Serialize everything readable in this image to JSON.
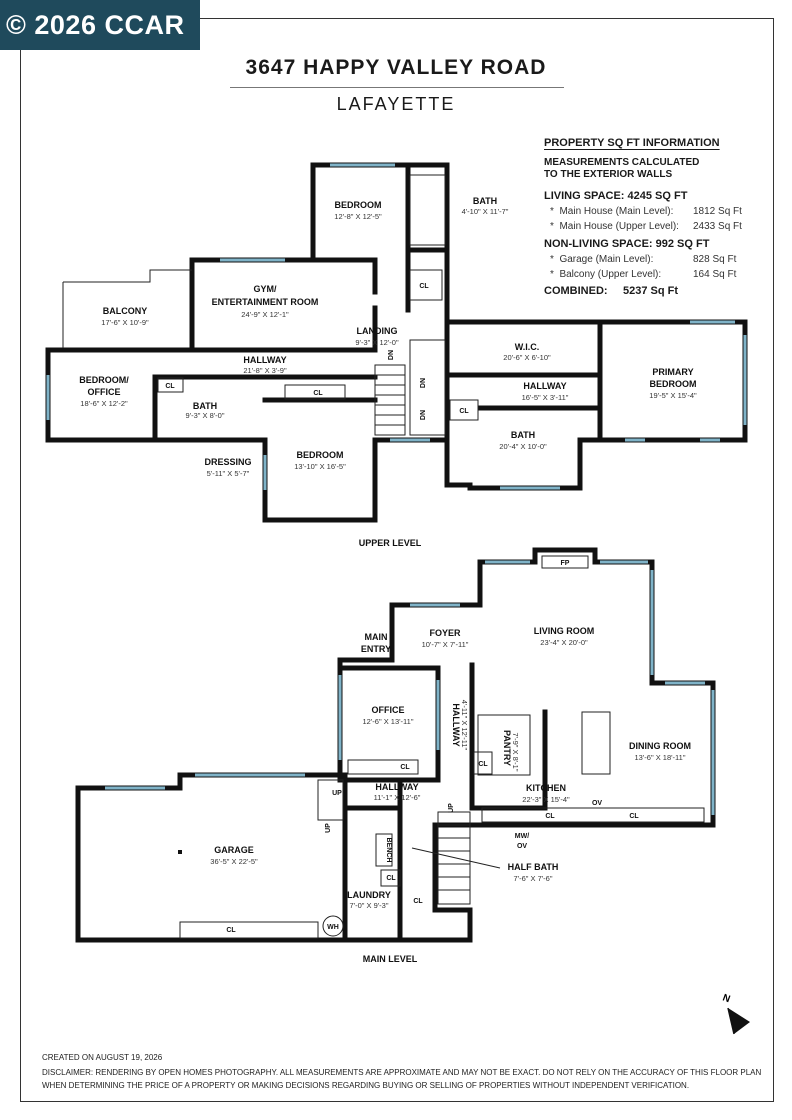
{
  "badge": "© 2026 CCAR",
  "title": "3647 HAPPY VALLEY ROAD",
  "subtitle": "LAFAYETTE",
  "sqft_info": {
    "heading": "PROPERTY SQ FT INFORMATION",
    "note_line1": "MEASUREMENTS CALCULATED",
    "note_line2": "TO THE EXTERIOR WALLS",
    "living_title": "LIVING SPACE: 4245 SQ FT",
    "living_items": [
      {
        "label": "Main House (Main Level):",
        "value": "1812 Sq Ft"
      },
      {
        "label": "Main House (Upper Level):",
        "value": "2433 Sq Ft"
      }
    ],
    "nonliving_title": "NON-LIVING SPACE: 992 SQ FT",
    "nonliving_items": [
      {
        "label": "Garage (Main Level):",
        "value": "828 Sq Ft"
      },
      {
        "label": "Balcony (Upper Level):",
        "value": "164 Sq Ft"
      }
    ],
    "combined_label": "COMBINED:",
    "combined_value": "5237 Sq Ft"
  },
  "upper_level": {
    "label": "UPPER LEVEL",
    "rooms": {
      "bedroom1": {
        "name": "BEDROOM",
        "dims": "12'-8\" X 12'-5\""
      },
      "bath1": {
        "name": "BATH",
        "dims": "4'-10\" X 11'-7\""
      },
      "gym_l1": "GYM/",
      "gym_l2": "ENTERTAINMENT ROOM",
      "gym_dims": "24'-9\" X 12'-1\"",
      "balcony": {
        "name": "BALCONY",
        "dims": "17'-6\" X 10'-9\""
      },
      "landing": {
        "name": "LANDING",
        "dims": "9'-3\" X 12'-0\""
      },
      "hallway1": {
        "name": "HALLWAY",
        "dims": "21'-8\" X 3'-9\""
      },
      "office_l1": "BEDROOM/",
      "office_l2": "OFFICE",
      "office_dims": "18'-6\" X 12'-2\"",
      "bath2": {
        "name": "BATH",
        "dims": "9'-3\" X 8'-0\""
      },
      "dressing": {
        "name": "DRESSING",
        "dims": "5'-11\" X 5'-7\""
      },
      "bedroom2": {
        "name": "BEDROOM",
        "dims": "13'-10\" X 16'-5\""
      },
      "wic": {
        "name": "W.I.C.",
        "dims": "20'-6\" X 6'-10\""
      },
      "hallway2": {
        "name": "HALLWAY",
        "dims": "16'-5\" X 3'-11\""
      },
      "primary_l1": "PRIMARY",
      "primary_l2": "BEDROOM",
      "primary_dims": "19'-5\" X 15'-4\"",
      "bath3": {
        "name": "BATH",
        "dims": "20'-4\" X 10'-0\""
      }
    },
    "marks": {
      "cl": "CL",
      "dn": "DN"
    }
  },
  "main_level": {
    "label": "MAIN LEVEL",
    "rooms": {
      "main_entry_l1": "MAIN",
      "main_entry_l2": "ENTRY",
      "foyer": {
        "name": "FOYER",
        "dims": "10'-7\" X 7'-11\""
      },
      "living": {
        "name": "LIVING ROOM",
        "dims": "23'-4\" X 20'-0\""
      },
      "fp": "FP",
      "office": {
        "name": "OFFICE",
        "dims": "12'-6\" X 13'-11\""
      },
      "hallway_v": {
        "name": "HALLWAY",
        "dims": "4'-11\" X 12'-11\""
      },
      "pantry": {
        "name": "PANTRY",
        "dims": "7'-9\" X 8'-1\""
      },
      "dining": {
        "name": "DINING ROOM",
        "dims": "13'-6\" X 18'-11\""
      },
      "hallway3": {
        "name": "HALLWAY",
        "dims": "11'-1\" X 12'-6\""
      },
      "kitchen": {
        "name": "KITCHEN",
        "dims": "22'-3\" X 15'-4\""
      },
      "garage": {
        "name": "GARAGE",
        "dims": "36'-5\" X 22'-5\""
      },
      "bench": "BENCH",
      "half_bath": {
        "name": "HALF BATH",
        "dims": "7'-6\" X 7'-6\""
      },
      "laundry": {
        "name": "LAUNDRY",
        "dims": "7'-0\" X 9'-3\""
      },
      "mwov_l1": "MW/",
      "mwov_l2": "OV",
      "ov": "OV",
      "wh": "WH"
    },
    "marks": {
      "cl": "CL",
      "up": "UP"
    }
  },
  "north": "N",
  "footer": {
    "created": "CREATED ON AUGUST 19, 2026",
    "disclaimer1": "DISCLAIMER: RENDERING BY OPEN HOMES PHOTOGRAPHY. ALL MEASUREMENTS ARE APPROXIMATE AND MAY NOT BE EXACT. DO NOT RELY ON THE ACCURACY OF THIS FLOOR PLAN",
    "disclaimer2": "WHEN DETERMINING THE PRICE OF A PROPERTY OR MAKING DECISIONS REGARDING BUYING OR SELLING OF PROPERTIES WITHOUT INDEPENDENT VERIFICATION."
  }
}
